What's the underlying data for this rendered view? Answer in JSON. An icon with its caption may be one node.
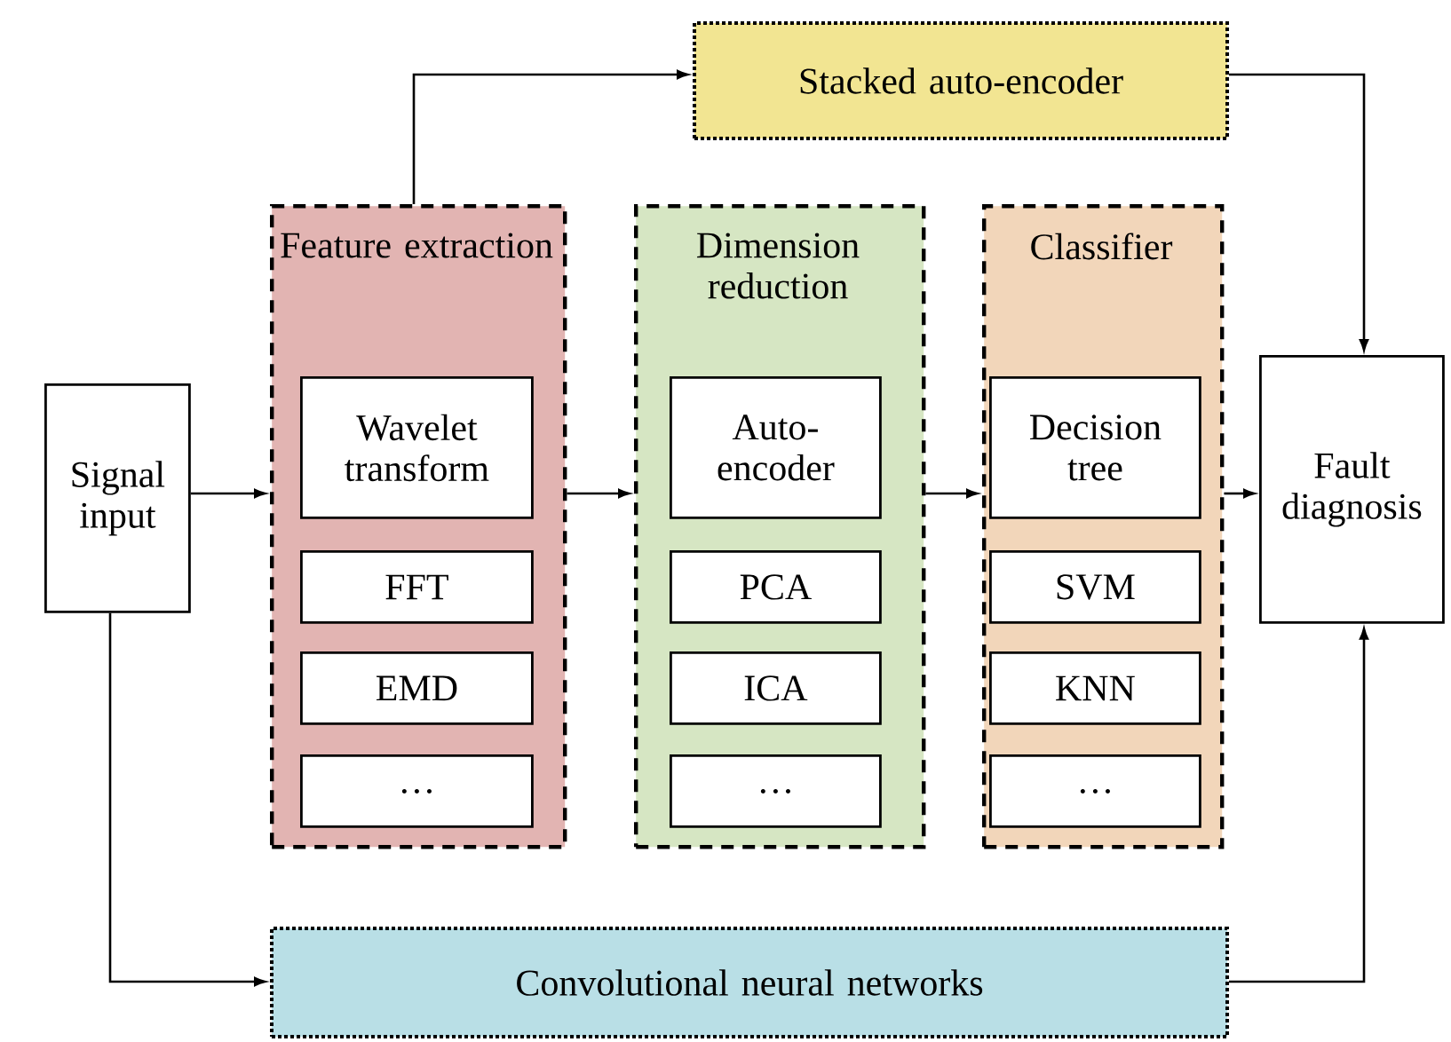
{
  "diagram": {
    "nodes": [
      {
        "text": [
          "Signal input"
        ]
      },
      {
        "text": [
          "Feature extraction"
        ]
      },
      {
        "text": [
          "Wavelet transform"
        ],
        "in": 1
      },
      {
        "text": [
          "FFT"
        ],
        "in": 1
      },
      {
        "text": [
          "EMD"
        ],
        "in": 1
      },
      {
        "text": [
          "…"
        ],
        "in": 1
      },
      {
        "text": [
          "Dimension reduction"
        ]
      },
      {
        "text": [
          "Auto-encoder"
        ],
        "in": 6
      },
      {
        "text": [
          "PCA"
        ],
        "in": 6
      },
      {
        "text": [
          "ICA"
        ],
        "in": 6
      },
      {
        "text": [
          "…"
        ],
        "in": 6
      },
      {
        "text": [
          "Classifier"
        ]
      },
      {
        "text": [
          "Decision tree"
        ],
        "in": 11
      },
      {
        "text": [
          "SVM"
        ],
        "in": 11
      },
      {
        "text": [
          "KNN"
        ],
        "in": 11
      },
      {
        "text": [
          "…"
        ],
        "in": 11
      },
      {
        "text": [
          "Fault diagnosis"
        ]
      },
      {
        "text": [
          "Stacked auto-encoder"
        ]
      },
      {
        "text": [
          "Convolutional neural networks"
        ]
      }
    ],
    "edges": [
      {
        "from": 0,
        "to": 1,
        "arrow": "to"
      },
      {
        "from": 1,
        "to": 6,
        "arrow": "to"
      },
      {
        "from": 6,
        "to": 11,
        "arrow": "to"
      },
      {
        "from": 11,
        "to": 16,
        "arrow": "to"
      },
      {
        "from": 1,
        "to": 17,
        "arrow": "to"
      },
      {
        "from": 17,
        "to": 16,
        "arrow": "to"
      },
      {
        "from": 0,
        "to": 18,
        "arrow": "to"
      },
      {
        "from": 18,
        "to": 16,
        "arrow": "to"
      }
    ]
  }
}
